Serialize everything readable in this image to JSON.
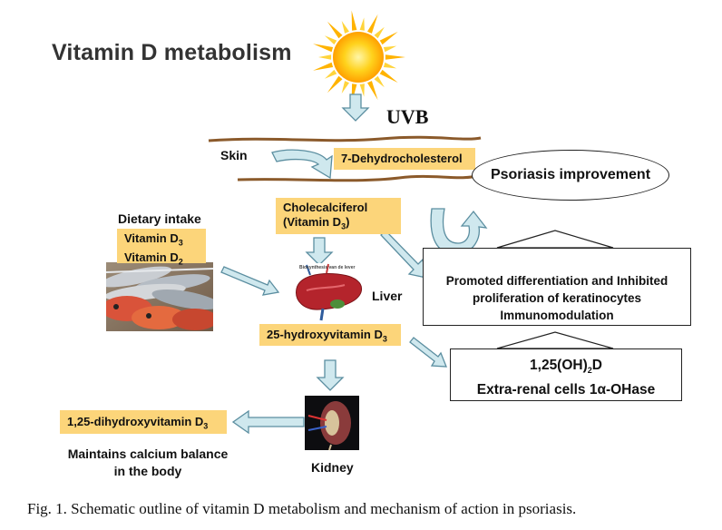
{
  "title": "Vitamin  D metabolism",
  "uvb": "UVB",
  "skin": "Skin",
  "dehydro": "7-Dehydrocholesterol",
  "psoriasis": "Psoriasis improvement",
  "chole": {
    "line1": "Cholecalciferol",
    "line2": "(Vitamin D",
    "sub": "3",
    "close": ")"
  },
  "dietary": "Dietary intake",
  "vitd3": {
    "text": "Vitamin D",
    "sub": "3"
  },
  "vitd2": {
    "text": "Vitamin D",
    "sub": "2"
  },
  "liver": "Liver",
  "liver_caption": "Biosynthesis van de lever",
  "hydroxy25": {
    "text": "25-hydroxyvitamin  D",
    "sub": "3"
  },
  "promoted": {
    "line1": "Promoted differentiation and Inhibited",
    "line2": "proliferation of keratinocytes",
    "line3": "Immunomodulation"
  },
  "oh2d": {
    "pre": "1,25(OH)",
    "sub": "2",
    "post": "D",
    "line2": "Extra-renal cells 1α-OHase"
  },
  "dihydroxy": {
    "text": "1,25-dihydroxyvitamin  D",
    "sub": "3"
  },
  "maintains": {
    "line1": "Maintains calcium balance",
    "line2": "in the body"
  },
  "kidney": "Kidney",
  "caption": "Fig. 1. Schematic outline of vitamin D metabolism and mechanism of action in psoriasis.",
  "colors": {
    "box_fill": "#fcd57a",
    "arrow_fill": "#cfe8ee",
    "arrow_stroke": "#5b8ea0",
    "skin_line": "#8b5a2b",
    "sun": "#ffc21a"
  },
  "icons": [
    "sun-icon",
    "fish-photo",
    "liver-illustration",
    "kidney-image"
  ]
}
